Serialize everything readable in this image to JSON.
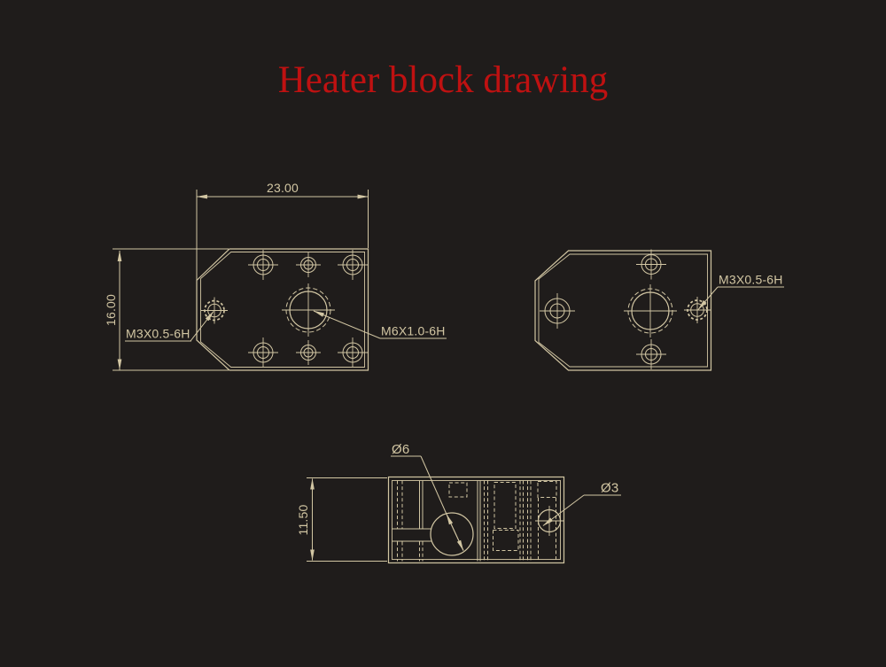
{
  "title": "Heater block drawing",
  "colors": {
    "background": "#1f1c1b",
    "line": "#d2c6a3",
    "title_red": "#bf1111"
  },
  "front_view": {
    "width_dim": "23.00",
    "height_dim": "16.00",
    "m3_thread_label": "M3X0.5-6H",
    "m6_thread_label": "M6X1.0-6H"
  },
  "back_view": {
    "m3_thread_label": "M3X0.5-6H"
  },
  "side_view": {
    "height_dim": "11.50",
    "bore_dia_label": "Ø6",
    "hole_dia_label": "Ø3"
  }
}
